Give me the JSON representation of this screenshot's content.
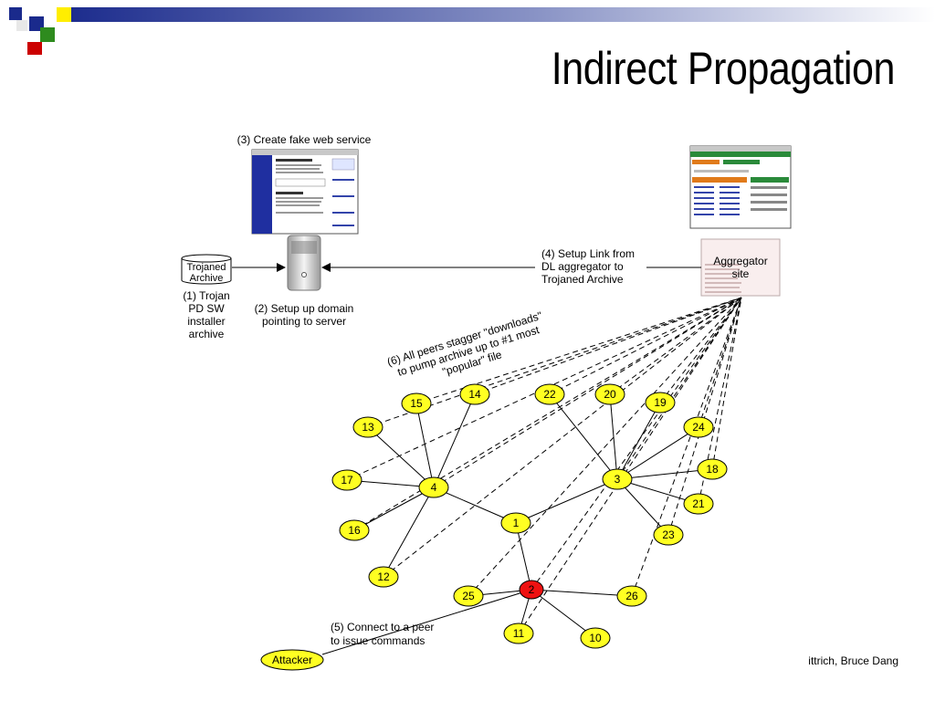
{
  "slide": {
    "title": "Indirect Propagation",
    "footer": "ittrich, Bruce Dang"
  },
  "labels": {
    "trojaned_archive": [
      "Trojaned",
      "Archive"
    ],
    "step1": [
      "(1) Trojan",
      "PD SW",
      "installer",
      "archive"
    ],
    "step2": [
      "(2) Setup up domain",
      "pointing to server"
    ],
    "step3": "(3) Create fake web service",
    "step4": [
      "(4) Setup Link from",
      "DL aggregator to",
      "Trojaned Archive"
    ],
    "aggregator": [
      "Aggregator",
      "site"
    ],
    "step6": [
      "(6) All peers stagger \"downloads\"",
      "to pump archive up to #1 most",
      "\"popular\" file"
    ],
    "step5": [
      "(5) Connect to a peer",
      "to issue commands"
    ],
    "attacker": "Attacker"
  },
  "nodes": {
    "n1": "1",
    "n2": "2",
    "n3": "3",
    "n4": "4",
    "n10": "10",
    "n11": "11",
    "n12": "12",
    "n13": "13",
    "n14": "14",
    "n15": "15",
    "n16": "16",
    "n17": "17",
    "n18": "18",
    "n19": "19",
    "n20": "20",
    "n21": "21",
    "n22": "22",
    "n23": "23",
    "n24": "24",
    "n25": "25",
    "n26": "26"
  },
  "colors": {
    "peer_fill": "#ffff22",
    "attacker_peer_fill": "#ee1111",
    "deco_blue": "#1a2a8c",
    "deco_red": "#cc0000",
    "deco_yellow": "#ffee00",
    "deco_green": "#2e8b1e"
  }
}
